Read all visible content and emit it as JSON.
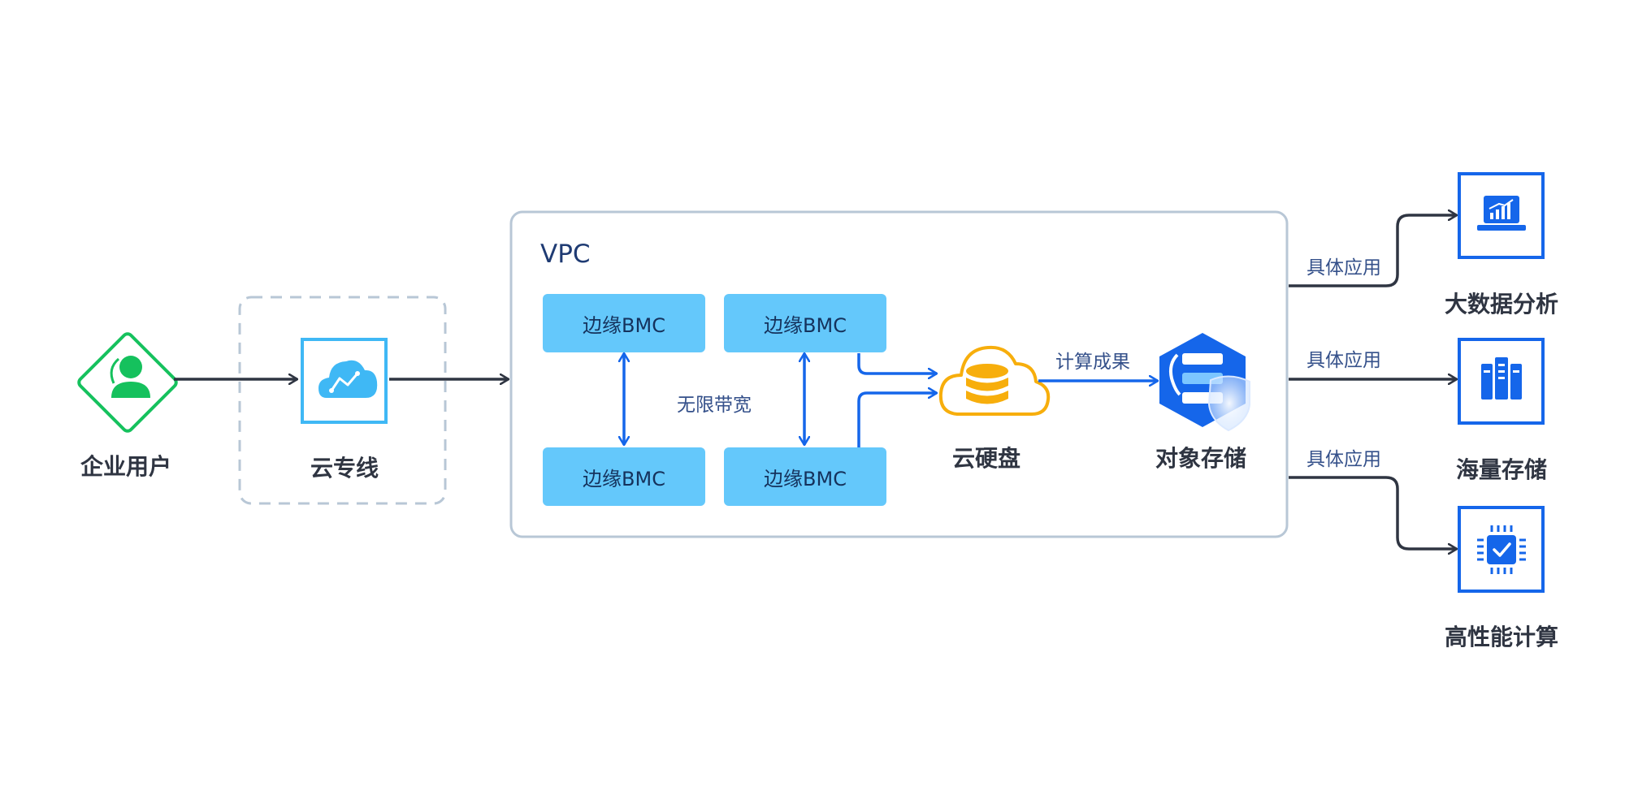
{
  "nodes": {
    "enterprise_user": "企业用户",
    "direct_connect": "云专线",
    "cloud_disk": "云硬盘",
    "object_storage": "对象存储",
    "big_data": "大数据分析",
    "mass_storage": "海量存储",
    "hpc": "高性能计算"
  },
  "vpc": {
    "title": "VPC",
    "bmc_boxes": [
      "边缘BMC",
      "边缘BMC",
      "边缘BMC",
      "边缘BMC"
    ],
    "bandwidth_label": "无限带宽",
    "result_label": "计算成果"
  },
  "app_labels": [
    "具体应用",
    "具体应用",
    "具体应用"
  ],
  "colors": {
    "green": "#15c15d",
    "cyan": "#3fb8f5",
    "bmc_fill": "#64c8fb",
    "blue": "#1566ea",
    "orange": "#f7ae0c",
    "dark_arrow": "#2f3542",
    "panel_border": "#b8c7d6"
  },
  "icons": {
    "enterprise_user": "user-icon",
    "direct_connect": "cloud-link-icon",
    "cloud_disk": "cloud-database-icon",
    "object_storage": "object-storage-icon",
    "big_data": "analytics-monitor-icon",
    "mass_storage": "server-rack-icon",
    "hpc": "chip-check-icon"
  }
}
